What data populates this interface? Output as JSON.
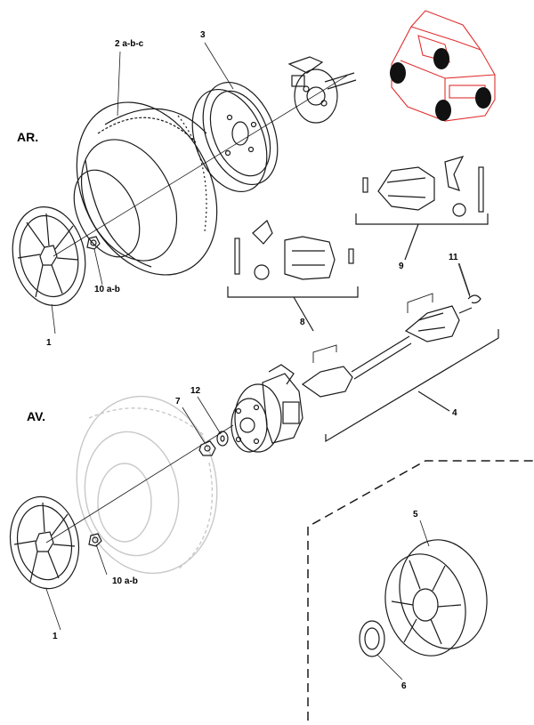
{
  "sections": {
    "rear": "AR.",
    "front": "AV."
  },
  "callouts": {
    "c1_top": "1",
    "c1_bottom": "1",
    "c2": "2 a-b-c",
    "c3": "3",
    "c4": "4",
    "c5": "5",
    "c6": "6",
    "c7": "7",
    "c8": "8",
    "c9": "9",
    "c10_top": "10 a-b",
    "c10_bottom": "10 a-b",
    "c11": "11",
    "c12": "12"
  },
  "colors": {
    "line": "#1a1a1a",
    "ghost": "#c8c8c8",
    "car_accent": "#e03030"
  }
}
